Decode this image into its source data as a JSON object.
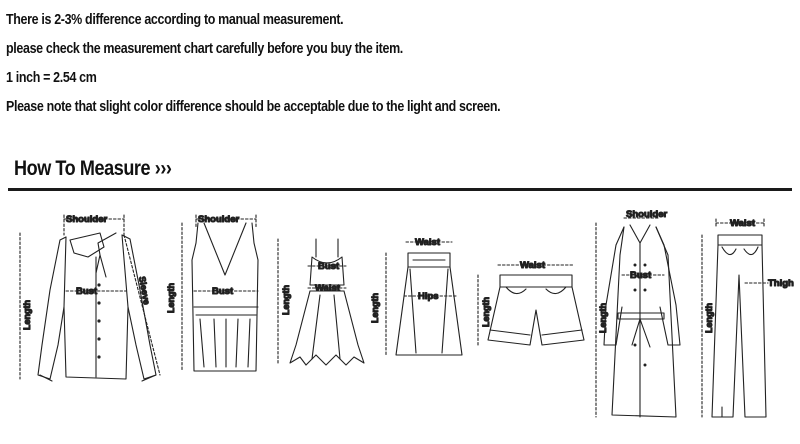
{
  "notes": [
    "There is 2-3% difference according to manual measurement.",
    "please check the measurement chart carefully before you buy the item.",
    "1 inch = 2.54 cm",
    "Please note that slight color difference should be acceptable due to the light and screen."
  ],
  "heading": "How To Measure",
  "heading_arrows": "›››",
  "labels": {
    "shoulder": "Shoulder",
    "bust": "Bust",
    "sleeve": "Sleeve",
    "length": "Length",
    "waist": "Waist",
    "hips": "Hips",
    "thigh": "Thigh"
  }
}
